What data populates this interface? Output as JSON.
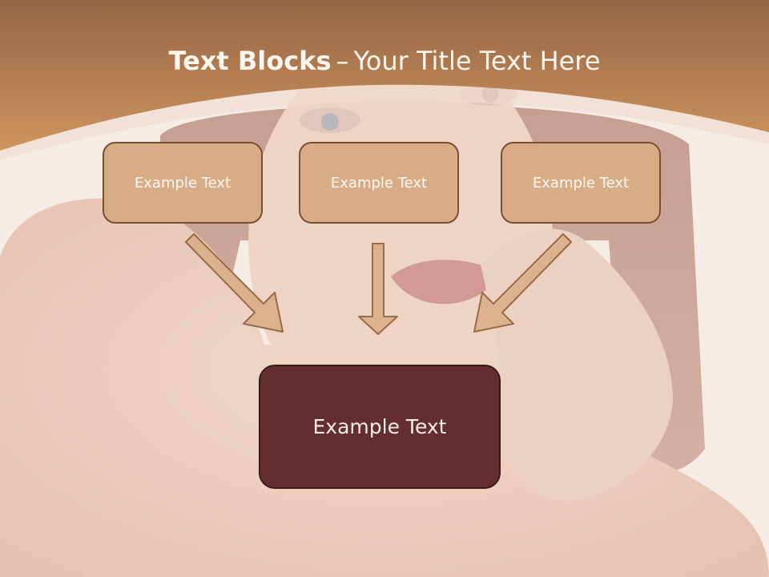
{
  "title": {
    "bold": "Text Blocks",
    "dash": "–",
    "regular": "Your Title Text Here"
  },
  "blocks": [
    {
      "label": "Example Text"
    },
    {
      "label": "Example Text"
    },
    {
      "label": "Example Text"
    }
  ],
  "center_block": {
    "label": "Example Text"
  },
  "colors": {
    "header": "#c28a5d",
    "box_fill": "#d9ac88",
    "box_border": "#7a4f32",
    "center_fill": "#642d2f",
    "arrow_fill": "#dcb28e",
    "arrow_stroke": "#9a6a48"
  }
}
